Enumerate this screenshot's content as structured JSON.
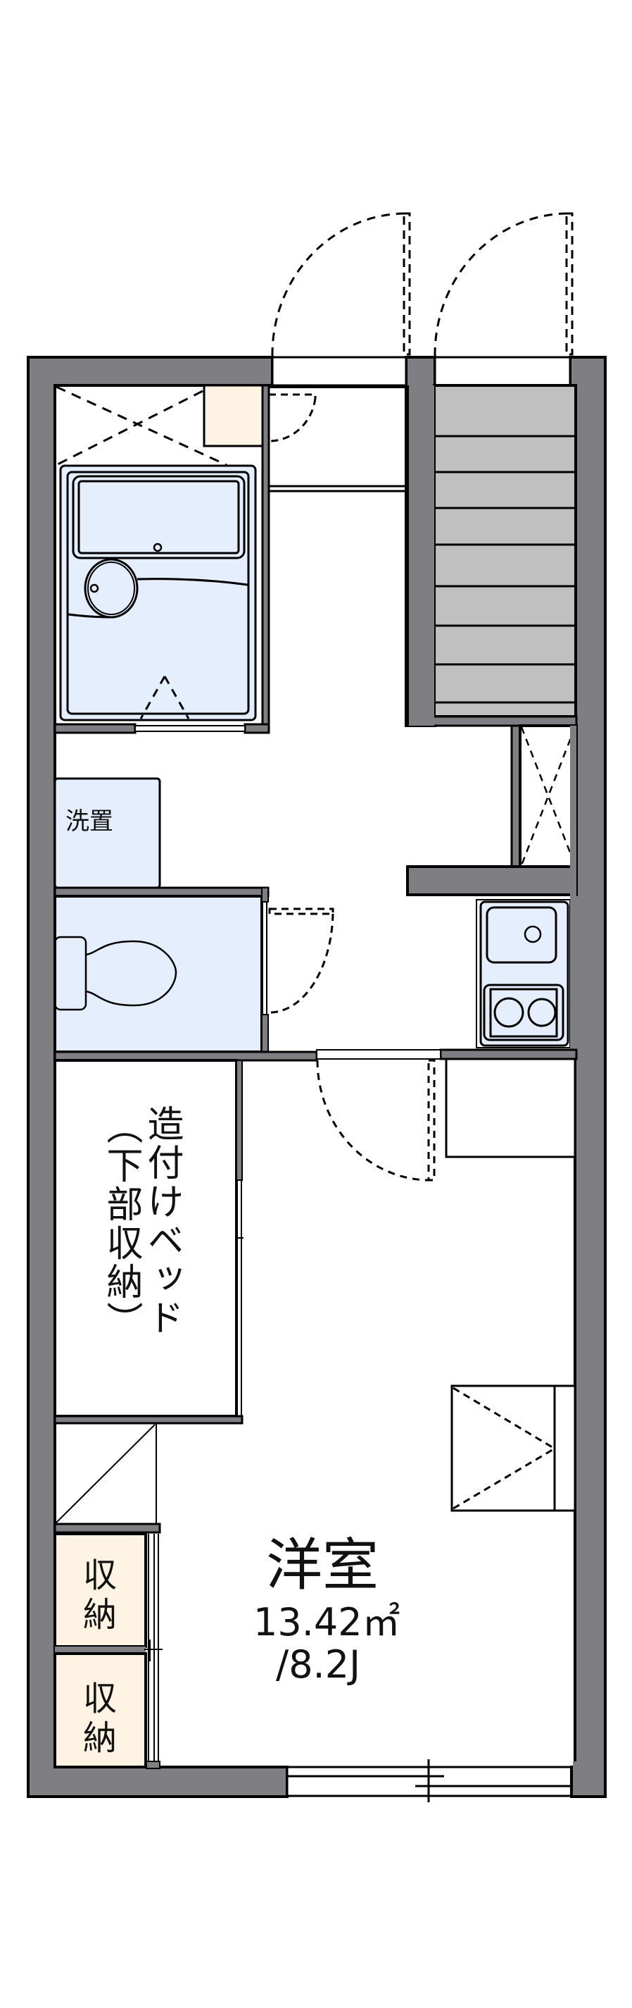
{
  "floorplan": {
    "colors": {
      "wall": "#7f7e83",
      "stairs": "#c0c0c0",
      "wet_area": "#e4eefc",
      "storage": "#fff4e4",
      "line": "#000000",
      "background": "#ffffff"
    },
    "labels": {
      "washer": "洗置",
      "built_in_bed_col1": "造付けベッド",
      "built_in_bed_col2": "（下部収納）",
      "storage_1": "収納",
      "storage_2": "収納",
      "room_name": "洋室",
      "room_area": "13.42㎡",
      "room_jo": "/8.2J"
    },
    "rooms": [
      {
        "id": "western-room",
        "name": "洋室",
        "area_m2": 13.42,
        "jo": 8.2
      },
      {
        "id": "unit-bath",
        "name": "bath"
      },
      {
        "id": "toilet",
        "name": "toilet"
      },
      {
        "id": "kitchen",
        "name": "kitchen"
      },
      {
        "id": "entrance",
        "name": "entrance"
      },
      {
        "id": "stairs",
        "name": "stairs",
        "treads": 9
      },
      {
        "id": "built-in-bed",
        "name": "造付けベッド（下部収納）"
      },
      {
        "id": "storage-1",
        "name": "収納"
      },
      {
        "id": "storage-2",
        "name": "収納"
      }
    ]
  }
}
